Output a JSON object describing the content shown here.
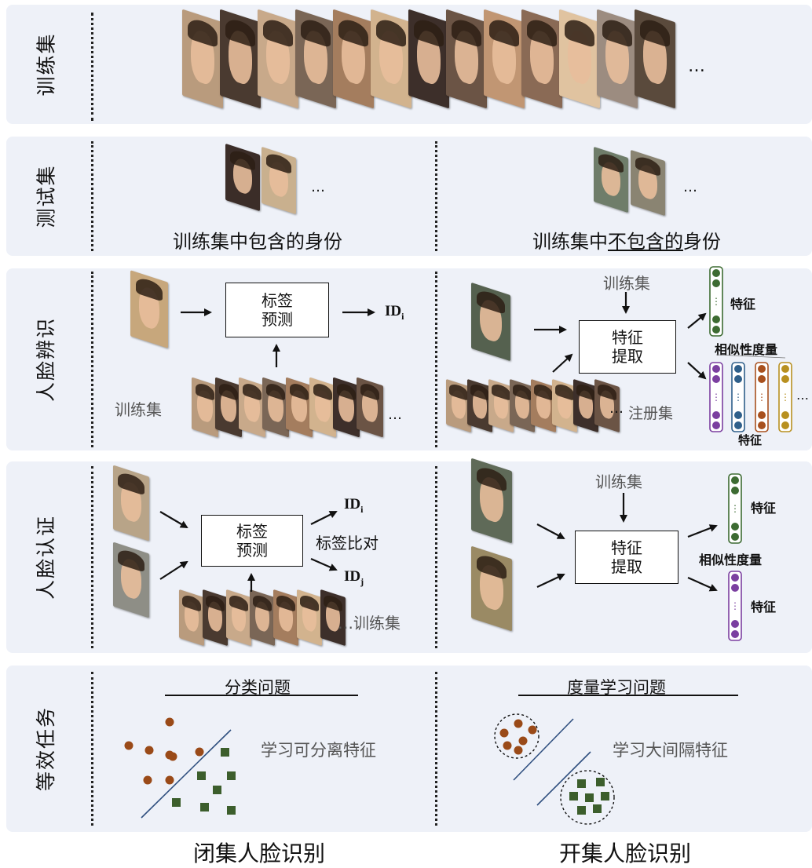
{
  "rows": {
    "train": "训练集",
    "test": "测试集",
    "identification": "人脸辨识",
    "verification": "人脸认证",
    "equivalent": "等效任务"
  },
  "ellipsis": "…",
  "test": {
    "closed_caption": "训练集中包含的身份",
    "open_caption_pre": "训练集中",
    "open_caption_underlined": "不包含的",
    "open_caption_post": "身份"
  },
  "identification": {
    "closed": {
      "box_line1": "标签",
      "box_line2": "预测",
      "id": "ID",
      "id_sub": "i",
      "train_label": "训练集"
    },
    "open": {
      "train_label": "训练集",
      "box_line1": "特征",
      "box_line2": "提取",
      "feature_label": "特征",
      "similarity_label": "相似性度量",
      "gallery_label": "注册集",
      "features_label": "特征"
    }
  },
  "verification": {
    "closed": {
      "box_line1": "标签",
      "box_line2": "预测",
      "id_i": "ID",
      "id_i_sub": "i",
      "compare_label": "标签比对",
      "id_j": "ID",
      "id_j_sub": "j",
      "train_label": "训练集"
    },
    "open": {
      "train_label": "训练集",
      "box_line1": "特征",
      "box_line2": "提取",
      "feature_label_top": "特征",
      "similarity_label": "相似性度量",
      "feature_label_bottom": "特征"
    }
  },
  "equivalent": {
    "closed_title": "分类问题",
    "closed_text": "学习可分离特征",
    "open_title": "度量学习问题",
    "open_text": "学习大间隔特征"
  },
  "footer": {
    "closed": "闭集人脸识别",
    "open": "开集人脸识别"
  },
  "colors": {
    "panel": "#eef1f8",
    "class_dot": "#9a4a18",
    "class_square": "#3c5e2c",
    "feat_green": "#3d6b32",
    "feat_purple": "#7b3fa0",
    "feat_blue": "#2f5f8a",
    "feat_orange": "#a8501e",
    "feat_gold": "#b89020"
  }
}
